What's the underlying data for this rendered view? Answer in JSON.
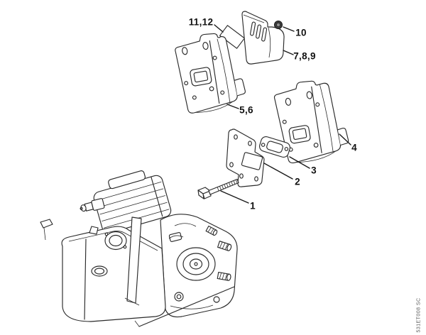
{
  "diagram": {
    "background_color": "#ffffff",
    "line_color": "#2a2a2a",
    "label_color": "#111111",
    "image_code": "531ET008 SC",
    "callouts": [
      {
        "label": "11,12",
        "part": "spark-arrestor-screen"
      },
      {
        "label": "10",
        "part": "nut"
      },
      {
        "label": "7,8,9",
        "part": "muffler-cover"
      },
      {
        "label": "5,6",
        "part": "muffler-upper"
      },
      {
        "label": "4",
        "part": "muffler-lower"
      },
      {
        "label": "3",
        "part": "gasket"
      },
      {
        "label": "2",
        "part": "cooling-plate"
      },
      {
        "label": "1",
        "part": "screw"
      }
    ]
  }
}
